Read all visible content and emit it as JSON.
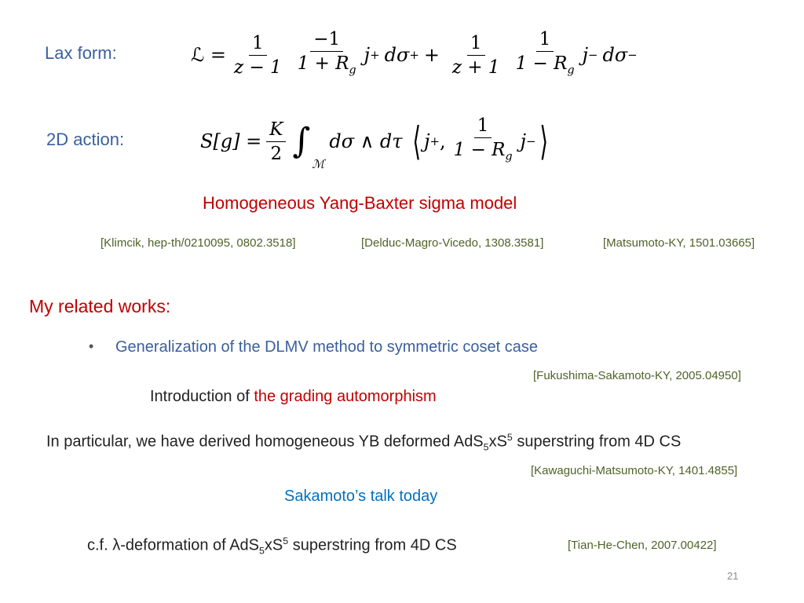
{
  "lax": {
    "label": "Lax form:",
    "lhs": "ℒ =",
    "f1_num": "1",
    "f1_den": "z − 1",
    "f2_num": "−1",
    "f2_den": "1 + R",
    "g_sub": "g",
    "term1": "j",
    "plus_sub": "+",
    "dsigma": "dσ",
    "plus_sup": "+",
    "plus_op": "+",
    "f3_num": "1",
    "f3_den": "z + 1",
    "f4_num": "1",
    "f4_den": "1 − R",
    "minus_sub": "−",
    "minus_sup": "−"
  },
  "action": {
    "label": "2D action:",
    "lhs": "S[g] =",
    "k_num": "K",
    "k_den": "2",
    "integral": "∫",
    "manifold": "ℳ",
    "measure": "dσ ∧ dτ",
    "jplus": "j",
    "comma": ",",
    "r_num": "1",
    "r_den": "1 − R",
    "jminus": "j"
  },
  "model_title": "Homogeneous Yang-Baxter sigma model",
  "refs_top": [
    "[Klimcik, hep-th/0210095, 0802.3518]",
    "[Delduc-Magro-Vicedo, 1308.3581]",
    "[Matsumoto-KY, 1501.03665]"
  ],
  "related_heading": "My related works:",
  "bullet": "•",
  "bullet_text": "Generalization of the DLMV method to symmetric coset case",
  "ref_fsk": "[Fukushima-Sakamoto-KY, 2005.04950]",
  "intro_prefix": "Introduction of ",
  "intro_highlight": "the grading automorphism",
  "particular": {
    "prefix": "In particular, we have derived homogeneous YB deformed AdS",
    "sub5": "5",
    "xs": "xS",
    "sup5": "5",
    "suffix": " superstring from 4D CS"
  },
  "ref_kmk": "[Kawaguchi-Matsumoto-KY, 1401.4855]",
  "talk_note": "Sakamoto’s talk today",
  "cf": {
    "prefix": "c.f.   λ-deformation of AdS",
    "sub5": "5",
    "xs": "xS",
    "sup5": "5",
    "suffix": " superstring from 4D CS"
  },
  "ref_the": "[Tian-He-Chen, 2007.00422]",
  "page_number": "21",
  "colors": {
    "label_blue": "#3a5f9e",
    "accent_red": "#c00000",
    "ref_green": "#4f6228",
    "talk_blue": "#0070c0"
  }
}
